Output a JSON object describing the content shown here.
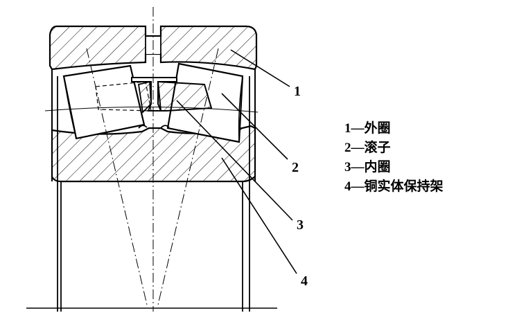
{
  "diagram": {
    "callouts": [
      {
        "id": "1",
        "label": "1"
      },
      {
        "id": "2",
        "label": "2"
      },
      {
        "id": "3",
        "label": "3"
      },
      {
        "id": "4",
        "label": "4"
      }
    ],
    "legend": [
      {
        "num": "1",
        "dash": "—",
        "text": "外圈"
      },
      {
        "num": "2",
        "dash": "—",
        "text": "滚子"
      },
      {
        "num": "3",
        "dash": "—",
        "text": "内圈"
      },
      {
        "num": "4",
        "dash": "—",
        "text": "铜实体保持架"
      }
    ],
    "colors": {
      "line": "#000000",
      "background": "#ffffff"
    }
  }
}
